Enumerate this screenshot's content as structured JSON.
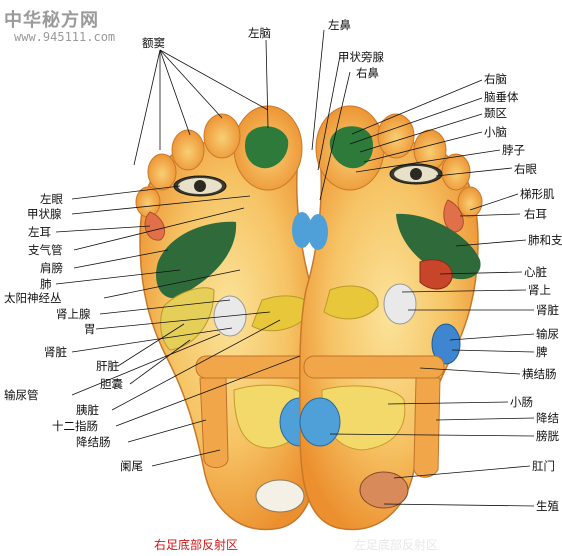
{
  "watermark": {
    "site_name": "中华秘方网",
    "url": "www.945111.com"
  },
  "captions": {
    "left": "右足底部反射区",
    "right": "左足底部反射区"
  },
  "top_labels": {
    "frontal_sinus": "额窦",
    "left_brain": "左脑",
    "left_nose": "左鼻",
    "parathyroid": "甲状旁腺",
    "right_nose": "右鼻"
  },
  "left_labels": {
    "left_eye": "左眼",
    "thyroid": "甲状腺",
    "left_ear": "左耳",
    "bronchus": "支气管",
    "shoulder": "肩膀",
    "lung": "肺",
    "solar_plexus": "太阳神经丛",
    "adrenal": "肾上腺",
    "stomach": "胃",
    "kidney": "肾脏",
    "liver": "肝脏",
    "gallbladder": "胆囊",
    "ureter": "输尿管",
    "pancreas": "胰脏",
    "duodenum": "十二指肠",
    "descending_colon": "降结肠",
    "appendix": "阑尾"
  },
  "right_labels": {
    "right_brain": "右脑",
    "pituitary": "脑垂体",
    "temporal": "颞区",
    "cerebellum": "小脑",
    "neck": "脖子",
    "right_eye": "右眼",
    "trapezius": "梯形肌",
    "right_ear": "右耳",
    "lung_bronchus": "肺和支",
    "heart": "心脏",
    "adrenal": "肾上",
    "kidney": "肾脏",
    "ureter": "输尿",
    "spleen": "脾",
    "transverse_colon": "横结肠",
    "small_intestine": "小肠",
    "descending_colon": "降结",
    "bladder": "膀胱",
    "anus": "肛门",
    "reproductive": "生殖"
  },
  "colors": {
    "foot_orange": "#f0a23c",
    "foot_light": "#f7d27a",
    "lung_green": "#2f6b3a",
    "brain_green": "#2d7a3a",
    "kidney_white": "#e9e9e9",
    "bladder_blue": "#4f9fd8",
    "colon_orange": "#f2a64a",
    "heart_red": "#c8452a",
    "caption_red": "#d01818"
  }
}
